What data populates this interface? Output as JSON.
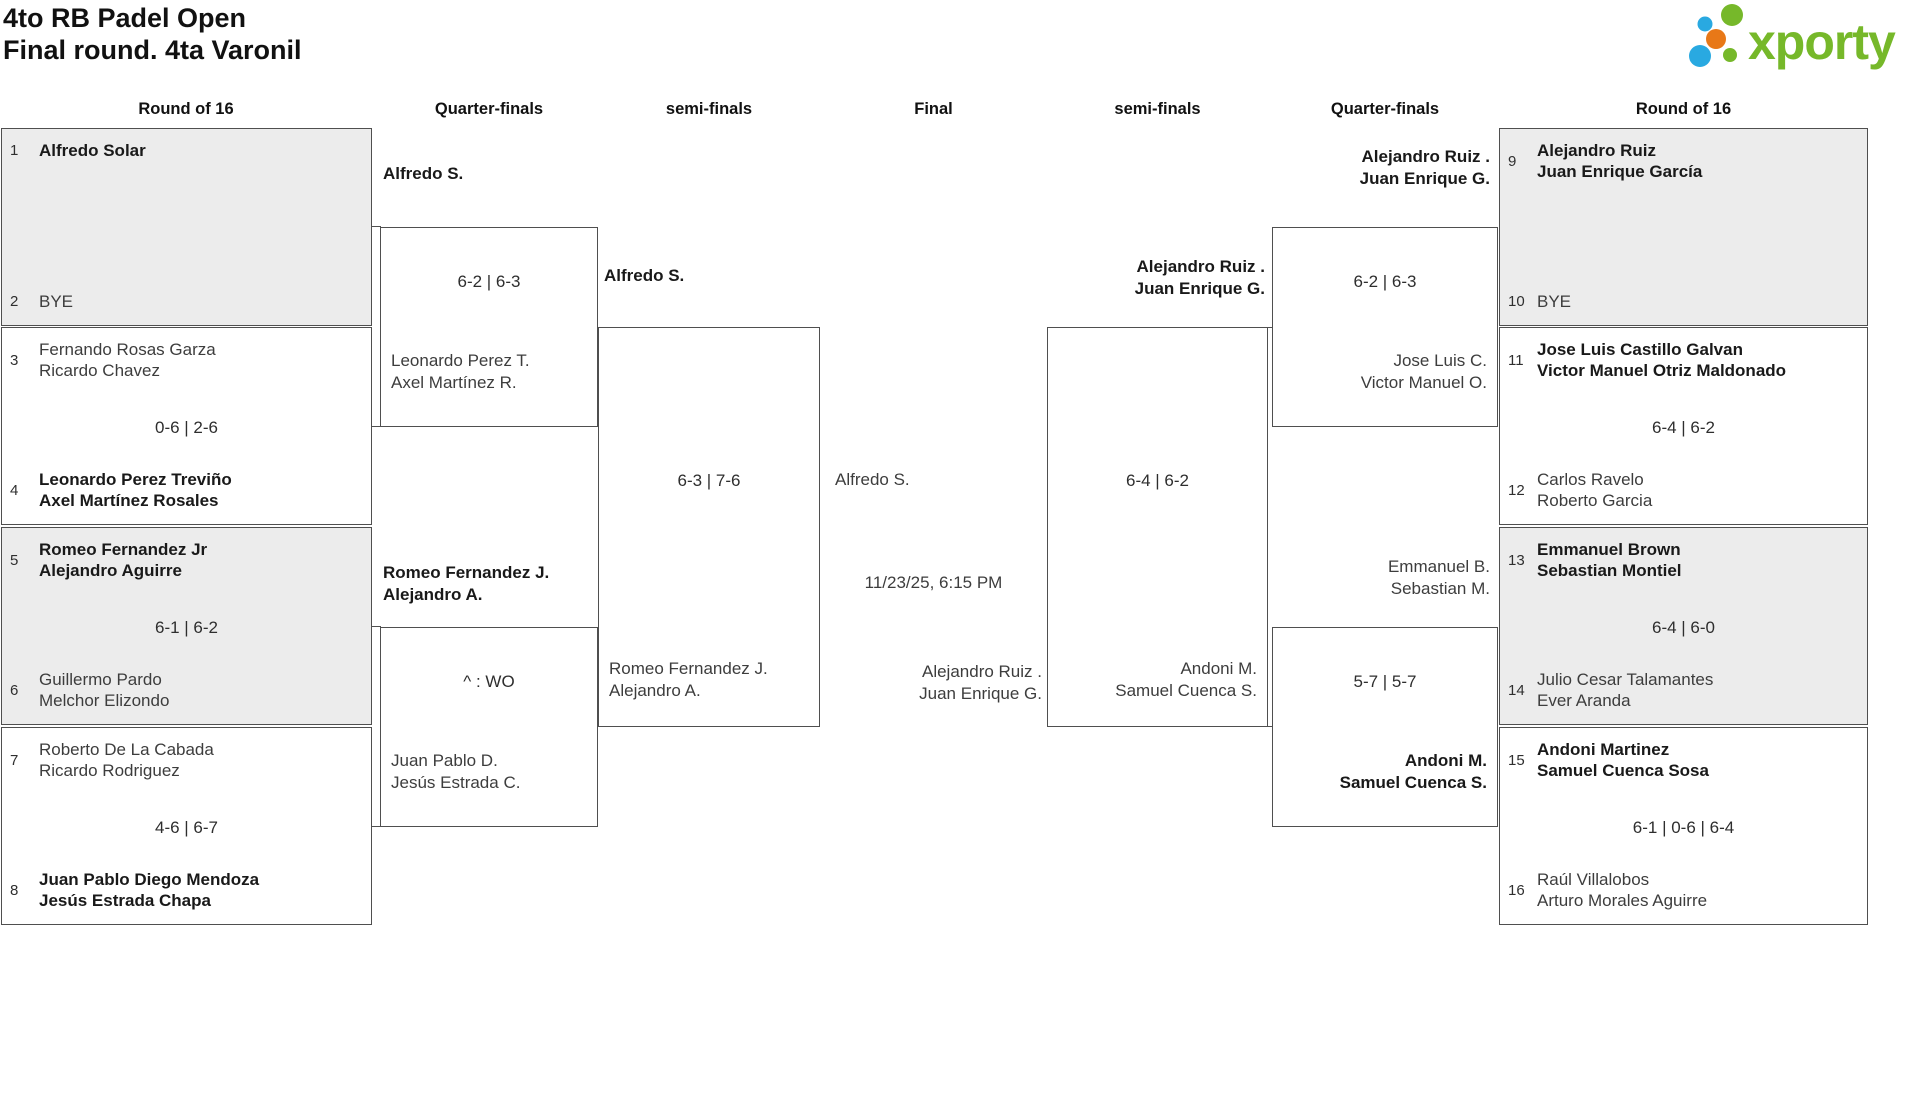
{
  "header": {
    "title": "4to RB Padel Open\nFinal round. 4ta Varonil"
  },
  "logo": {
    "brand": "xporty",
    "green": "#76b82a",
    "blue": "#29a9e1",
    "orange": "#e87817"
  },
  "rounds": {
    "r16_left": "Round of 16",
    "qf_left": "Quarter-finals",
    "sf_left": "semi-finals",
    "final": "Final",
    "sf_right": "semi-finals",
    "qf_right": "Quarter-finals",
    "r16_right": "Round of 16"
  },
  "matches_left": [
    {
      "seed_top": "1",
      "top1": "Alfredo Solar",
      "top2": "",
      "score": "",
      "seed_bot": "2",
      "bot1": "BYE",
      "bot2": ""
    },
    {
      "seed_top": "3",
      "top1": "Fernando Rosas Garza",
      "top2": "Ricardo Chavez",
      "score": "0-6 | 2-6",
      "seed_bot": "4",
      "bot1": "Leonardo Perez Treviño",
      "bot2": "Axel Martínez Rosales"
    },
    {
      "seed_top": "5",
      "top1": "Romeo Fernandez Jr",
      "top2": "Alejandro Aguirre",
      "score": "6-1 | 6-2",
      "seed_bot": "6",
      "bot1": "Guillermo Pardo",
      "bot2": "Melchor Elizondo"
    },
    {
      "seed_top": "7",
      "top1": "Roberto De La Cabada",
      "top2": "Ricardo Rodriguez",
      "score": "4-6 | 6-7",
      "seed_bot": "8",
      "bot1": "Juan Pablo Diego Mendoza",
      "bot2": "Jesús Estrada Chapa"
    }
  ],
  "matches_right": [
    {
      "seed_top": "9",
      "top1": "Alejandro Ruiz",
      "top2": "Juan Enrique García",
      "score": "",
      "seed_bot": "10",
      "bot1": "BYE",
      "bot2": ""
    },
    {
      "seed_top": "11",
      "top1": "Jose Luis Castillo Galvan",
      "top2": "Victor Manuel Otriz Maldonado",
      "score": "6-4 | 6-2",
      "seed_bot": "12",
      "bot1": "Carlos Ravelo",
      "bot2": "Roberto Garcia"
    },
    {
      "seed_top": "13",
      "top1": "Emmanuel Brown",
      "top2": "Sebastian Montiel",
      "score": "6-4 | 6-0",
      "seed_bot": "14",
      "bot1": "Julio Cesar Talamantes",
      "bot2": "Ever Aranda"
    },
    {
      "seed_top": "15",
      "top1": "Andoni Martinez",
      "top2": "Samuel Cuenca Sosa",
      "score": "6-1 | 0-6 | 6-4",
      "seed_bot": "16",
      "bot1": "Raúl Villalobos",
      "bot2": "Arturo Morales Aguirre"
    }
  ],
  "qf": {
    "left_top": {
      "label1": "Alfredo S.",
      "label2": "",
      "score": "6-2 | 6-3",
      "inbox1": "Leonardo Perez T.",
      "inbox2": "Axel Martínez R."
    },
    "left_bottom": {
      "label1": "Romeo Fernandez J.",
      "label2": "Alejandro A.",
      "score": "^ : WO",
      "inbox1": "Juan Pablo D.",
      "inbox2": "Jesús Estrada C."
    },
    "right_top": {
      "label1": "Alejandro Ruiz .",
      "label2": "Juan Enrique G.",
      "score": "6-2 | 6-3",
      "inbox1": "Jose Luis C.",
      "inbox2": "Victor Manuel O."
    },
    "right_bottom": {
      "label1": "Emmanuel B.",
      "label2": "Sebastian M.",
      "score": "5-7 | 5-7",
      "inbox1": "Andoni M.",
      "inbox2": "Samuel Cuenca S."
    }
  },
  "sf": {
    "left": {
      "label1": "Alfredo S.",
      "label2": "",
      "score": "6-3 | 7-6",
      "inbox1": "Romeo Fernandez J.",
      "inbox2": "Alejandro A."
    },
    "right": {
      "label1": "Alejandro Ruiz .",
      "label2": "Juan Enrique G.",
      "score": "6-4 | 6-2",
      "inbox1": "Andoni M.",
      "inbox2": "Samuel Cuenca S."
    }
  },
  "final": {
    "team_top": "Alfredo S.",
    "datetime": "11/23/25, 6:15 PM",
    "team_bottom1": "Alejandro Ruiz .",
    "team_bottom2": "Juan Enrique G."
  }
}
